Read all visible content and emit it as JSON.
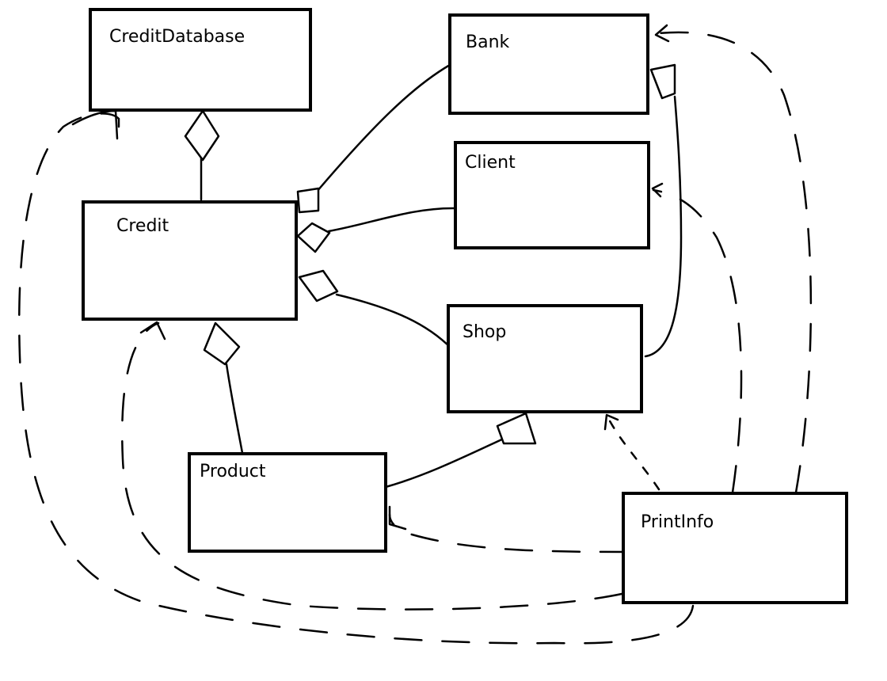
{
  "diagram": {
    "classes": {
      "credit_database": "CreditDatabase",
      "bank": "Bank",
      "client": "Client",
      "credit": "Credit",
      "shop": "Shop",
      "product": "Product",
      "print_info": "PrintInfo"
    }
  }
}
